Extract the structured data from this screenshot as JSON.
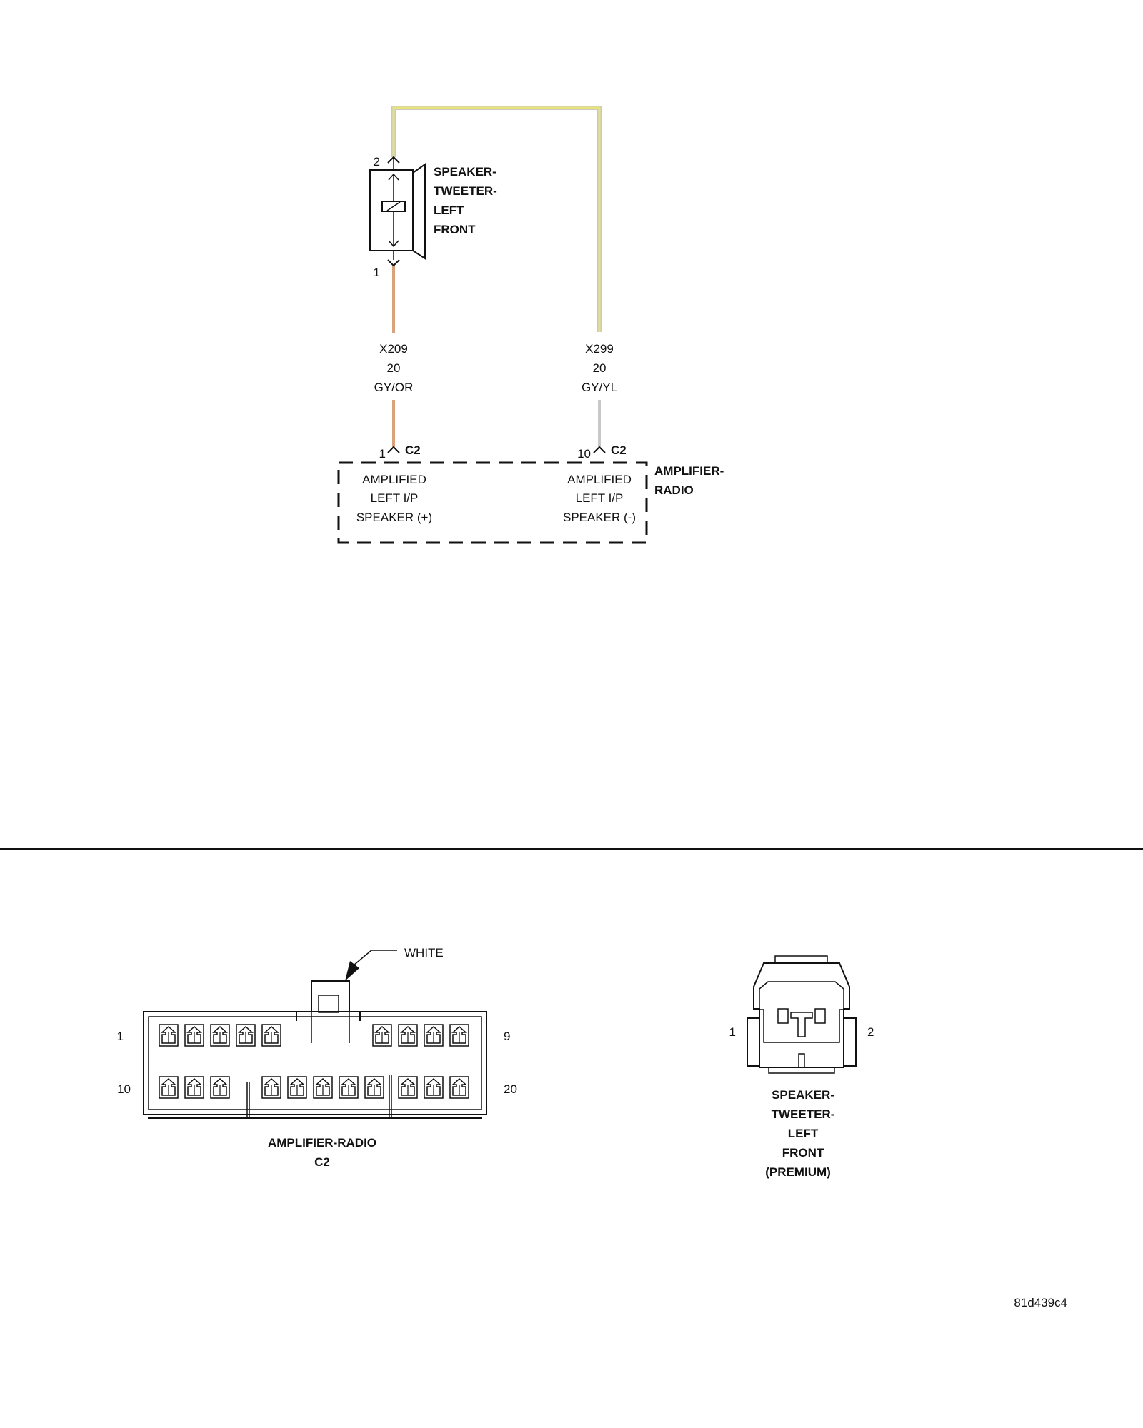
{
  "colors": {
    "wire_gy_or": "#d9a27a",
    "wire_gy_yl": "#e8e47a",
    "wire_gray": "#c8c8c8",
    "ink": "#111111"
  },
  "speaker": {
    "name_lines": [
      "SPEAKER-",
      "TWEETER-",
      "LEFT",
      "FRONT"
    ],
    "pin_top": "2",
    "pin_bottom": "1"
  },
  "wires": [
    {
      "circuit": "X209",
      "gauge": "20",
      "color": "GY/OR"
    },
    {
      "circuit": "X299",
      "gauge": "20",
      "color": "GY/YL"
    }
  ],
  "amplifier": {
    "name_lines": [
      "AMPLIFIER-",
      "RADIO"
    ],
    "connector": "C2",
    "pins": [
      {
        "pin": "1",
        "connector": "C2",
        "label_lines": [
          "AMPLIFIED",
          "LEFT I/P",
          "SPEAKER (+)"
        ]
      },
      {
        "pin": "10",
        "connector": "C2",
        "label_lines": [
          "AMPLIFIED",
          "LEFT I/P",
          "SPEAKER (-)"
        ]
      }
    ]
  },
  "connector_views": {
    "c2": {
      "callout": "WHITE",
      "pin_labels": {
        "top_left": "1",
        "top_right": "9",
        "bottom_left": "10",
        "bottom_right": "20"
      },
      "caption_lines": [
        "AMPLIFIER-RADIO",
        "C2"
      ]
    },
    "tweeter": {
      "pin_labels": {
        "left": "1",
        "right": "2"
      },
      "caption_lines": [
        "SPEAKER-",
        "TWEETER-",
        "LEFT",
        "FRONT",
        "(PREMIUM)"
      ]
    }
  },
  "figure_id": "81d439c4"
}
